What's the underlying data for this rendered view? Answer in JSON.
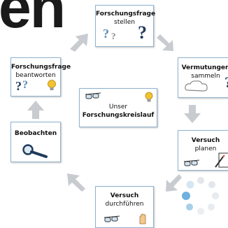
{
  "title_partial": "en",
  "center": {
    "line1": "Unser",
    "line2": "Forschungskreislauf"
  },
  "steps": [
    {
      "line1": "Forschungsfrage",
      "line2": "stellen"
    },
    {
      "line1": "Vermutungen",
      "line2": "sammeln"
    },
    {
      "line1": "Versuch",
      "line2": "planen"
    },
    {
      "line1": "Versuch",
      "line2": "durchführen"
    },
    {
      "line1": "Beobachten"
    },
    {
      "line1": "Forschungsfrage",
      "line2": "beantworten"
    }
  ],
  "colors": {
    "card_border": "#8fb3cf",
    "arrow": "#c8cbcf",
    "question_mark": "#1f3a5a",
    "bulb": "#f2c230"
  }
}
